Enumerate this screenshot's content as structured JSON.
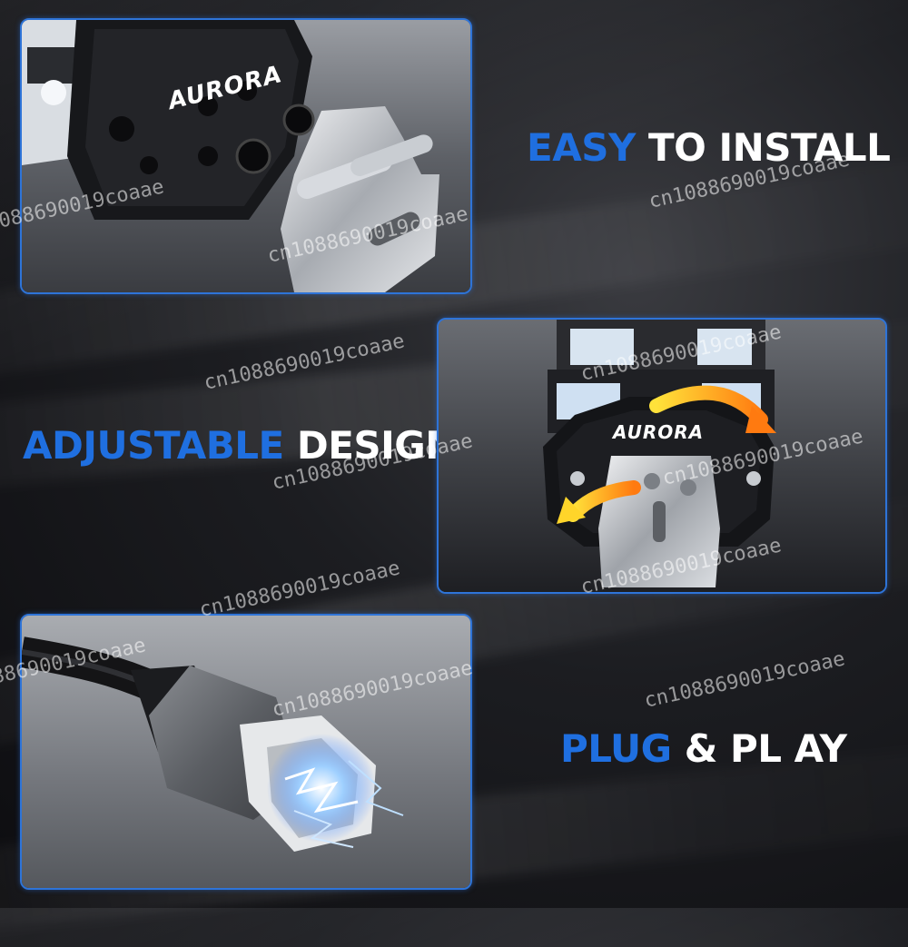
{
  "brand": "AURORA",
  "features": {
    "install": {
      "accent": "EASY",
      "rest": " TO INSTALL"
    },
    "adjust": {
      "accent": "ADJUSTABLE",
      "rest": " DESIGN"
    },
    "plug": {
      "accent": "PLUG",
      "rest": " & PL AY"
    }
  },
  "watermark": "cn1088690019coaae",
  "colors": {
    "accent": "#1f6fe0",
    "frame": "#2e74d8",
    "arrow": "#ff9d1e"
  }
}
